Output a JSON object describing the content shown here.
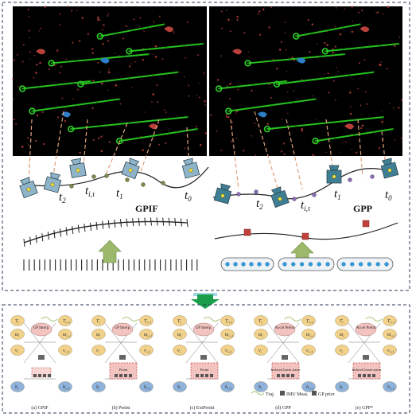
{
  "top_panel": {
    "left_diagram": {
      "title": "GPIF",
      "time_labels": [
        "t",
        "2",
        "t",
        "i,τ",
        "t",
        "1",
        "t",
        "0"
      ]
    },
    "right_diagram": {
      "title": "GPP",
      "time_labels": [
        "t",
        "2",
        "t",
        "i,τ",
        "t",
        "1",
        "t",
        "0"
      ]
    }
  },
  "bottom_panel": {
    "subfigures": [
      {
        "caption": "(a) GPIF",
        "box_label": "GP Interp.",
        "inner_label": ""
      },
      {
        "caption": "(b) Preint",
        "box_label": "GP Interp.",
        "inner_label": "Preint"
      },
      {
        "caption": "(c)  ExtPreint",
        "box_label": "GP Interp.",
        "inner_label": "Preint"
      },
      {
        "caption": "(d) GPP",
        "box_label": "Accel Preint",
        "inner_label": "Induced latent states"
      },
      {
        "caption": "(e) GPP*",
        "box_label": "Accel Preint",
        "inner_label": "Induced latent states"
      }
    ],
    "legend": [
      "Traj.",
      "IMU Meas.",
      "GP prior"
    ],
    "node_labels": {
      "T_i": "T",
      "T_i_sub": "i",
      "T_j": "T",
      "T_j_sub": "i+1",
      "w_i": "ϖ",
      "w_j": "ϖ",
      "v_i": "v",
      "v_j": "v",
      "b_i": "b",
      "b_j": "b"
    }
  },
  "colors": {
    "frame_dash": "#2b3a55",
    "arrow_green": "#1a9e4a",
    "arrow_light": "#9cb86a",
    "node_yellow": "#f2d28a",
    "node_blue": "#8fb3dd",
    "box_pink": "#f3c3c0",
    "camera_left": "#8fb4c9",
    "camera_right": "#3f7f93",
    "point_red": "#b8413b",
    "point_blue": "#2e7fc7"
  }
}
